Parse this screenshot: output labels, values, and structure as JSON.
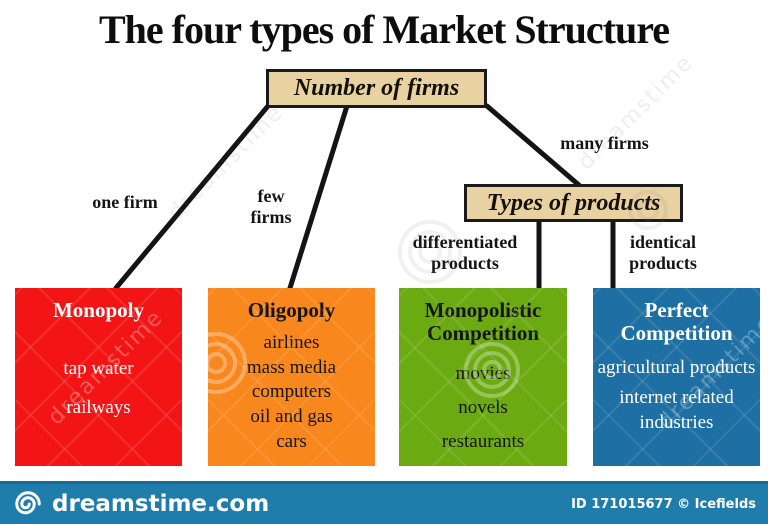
{
  "title": "The four types of Market Structure",
  "colors": {
    "node_fill": "#e8d2a2",
    "footer_bar": "#1f7dac"
  },
  "nodes": {
    "number_of_firms": "Number of firms",
    "types_of_products": "Types of products"
  },
  "edge_labels": {
    "one_firm": "one firm",
    "few_firms": "few firms",
    "many_firms": "many firms",
    "differentiated_products": "differentiated products",
    "identical_products": "identical products"
  },
  "categories": [
    {
      "name": "Monopoly",
      "color": "#f31515",
      "text_color": "#ffffff",
      "examples": [
        "tap water",
        "railways"
      ]
    },
    {
      "name": "Oligopoly",
      "color": "#f8871d",
      "text_color": "#141414",
      "examples": [
        "airlines",
        "mass media",
        "computers",
        "oil and gas",
        "cars"
      ]
    },
    {
      "name": "Monopolistic Competition",
      "color": "#6caa12",
      "text_color": "#141414",
      "examples": [
        "movies",
        "novels",
        "restaurants"
      ]
    },
    {
      "name": "Perfect Competition",
      "color": "#1e6fa3",
      "text_color": "#ffffff",
      "examples": [
        "agricultural products",
        "internet related industries"
      ]
    }
  ],
  "footer": {
    "brand": "dreamstime.com",
    "credit": "ID 171015677 © Icefields"
  },
  "watermark_text": "dreamstime"
}
